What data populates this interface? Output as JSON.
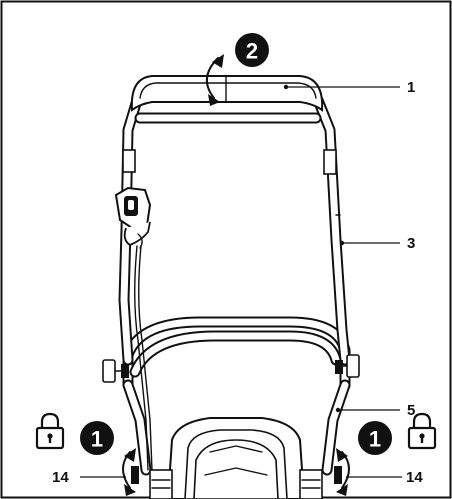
{
  "callouts": [
    {
      "id": "part-1",
      "text": "1"
    },
    {
      "id": "part-3",
      "text": "3"
    },
    {
      "id": "part-5",
      "text": "5"
    },
    {
      "id": "part-14-left",
      "text": "14"
    },
    {
      "id": "part-14-right",
      "text": "14"
    }
  ],
  "steps": {
    "step_top": "2",
    "step_left": "1",
    "step_right": "1"
  },
  "icons": [
    "padlock-open-icon",
    "rotate-arrow-icon"
  ],
  "colors": {
    "ink": "#111111",
    "paper": "#ffffff"
  }
}
